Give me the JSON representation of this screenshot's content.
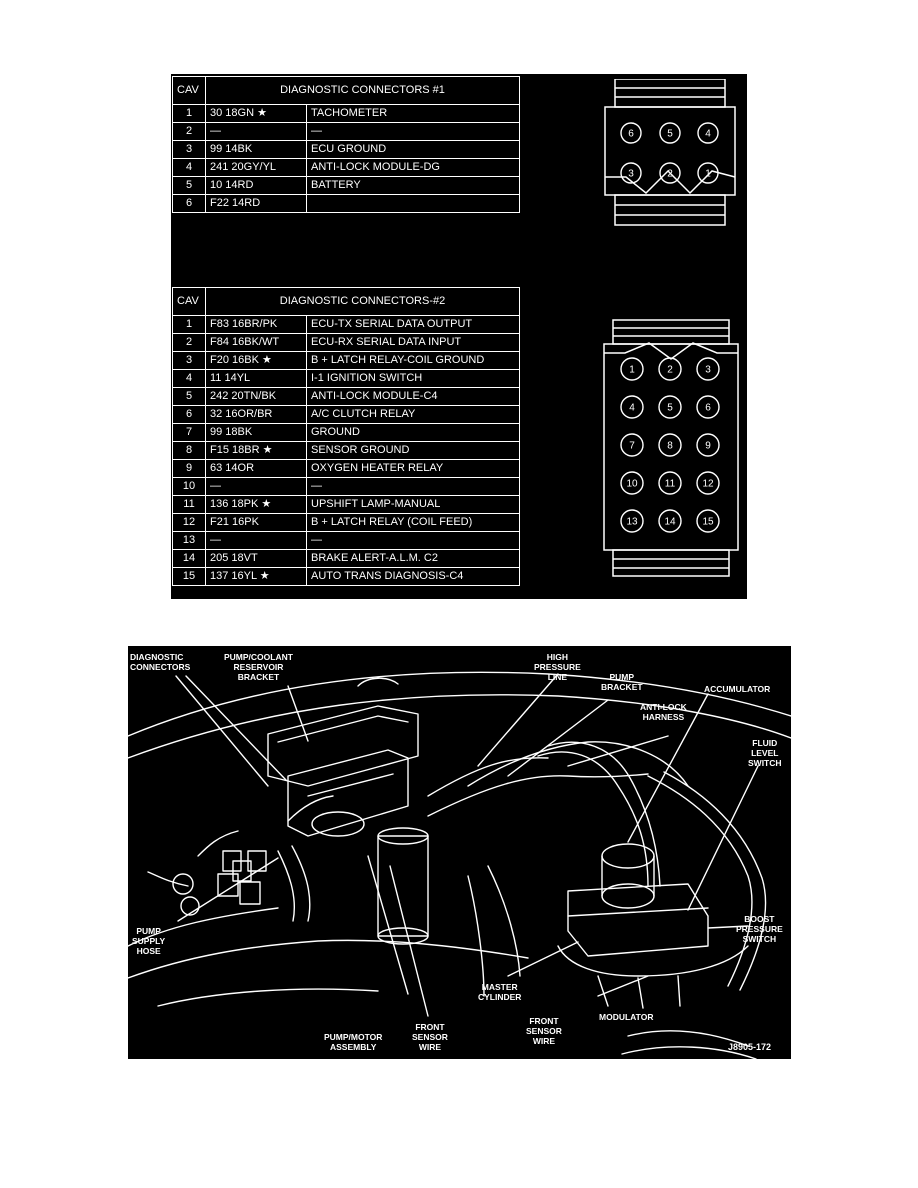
{
  "connector1": {
    "header": {
      "cav": "CAV",
      "title": "DIAGNOSTIC CONNECTORS #1"
    },
    "rows": [
      {
        "cav": "1",
        "wire": "30 18GN ★",
        "function": "TACHOMETER"
      },
      {
        "cav": "2",
        "wire": "—",
        "function": "—"
      },
      {
        "cav": "3",
        "wire": "99 14BK",
        "function": "ECU GROUND"
      },
      {
        "cav": "4",
        "wire": "241 20GY/YL",
        "function": "ANTI-LOCK MODULE-DG"
      },
      {
        "cav": "5",
        "wire": "10 14RD",
        "function": "BATTERY"
      },
      {
        "cav": "6",
        "wire": "F22 14RD",
        "function": ""
      }
    ],
    "pins": [
      "6",
      "5",
      "4",
      "3",
      "2",
      "1"
    ]
  },
  "connector2": {
    "header": {
      "cav": "CAV",
      "title": "DIAGNOSTIC CONNECTORS-#2"
    },
    "rows": [
      {
        "cav": "1",
        "wire": "F83 16BR/PK",
        "function": "ECU-TX SERIAL DATA OUTPUT"
      },
      {
        "cav": "2",
        "wire": "F84 16BK/WT",
        "function": "ECU-RX SERIAL DATA INPUT"
      },
      {
        "cav": "3",
        "wire": "F20 16BK ★",
        "function": "B + LATCH RELAY-COIL GROUND"
      },
      {
        "cav": "4",
        "wire": "11 14YL",
        "function": "I-1 IGNITION SWITCH"
      },
      {
        "cav": "5",
        "wire": "242 20TN/BK",
        "function": "ANTI-LOCK MODULE-C4"
      },
      {
        "cav": "6",
        "wire": "32 16OR/BR",
        "function": "A/C CLUTCH RELAY"
      },
      {
        "cav": "7",
        "wire": "99 18BK",
        "function": "GROUND"
      },
      {
        "cav": "8",
        "wire": "F15 18BR ★",
        "function": "SENSOR GROUND"
      },
      {
        "cav": "9",
        "wire": "63 14OR",
        "function": "OXYGEN HEATER RELAY"
      },
      {
        "cav": "10",
        "wire": "—",
        "function": "—"
      },
      {
        "cav": "11",
        "wire": "136 18PK ★",
        "function": "UPSHIFT LAMP-MANUAL"
      },
      {
        "cav": "12",
        "wire": "F21 16PK",
        "function": "B + LATCH RELAY (COIL FEED)"
      },
      {
        "cav": "13",
        "wire": "—",
        "function": "—"
      },
      {
        "cav": "14",
        "wire": "205 18VT",
        "function": "BRAKE ALERT-A.L.M. C2"
      },
      {
        "cav": "15",
        "wire": "137 16YL ★",
        "function": "AUTO TRANS DIAGNOSIS-C4"
      }
    ],
    "pins": [
      "1",
      "2",
      "3",
      "4",
      "5",
      "6",
      "7",
      "8",
      "9",
      "10",
      "11",
      "12",
      "13",
      "14",
      "15"
    ]
  },
  "diagram": {
    "labels": {
      "diagnostic_connectors": "DIAGNOSTIC\nCONNECTORS",
      "pump_coolant": "PUMP/COOLANT\nRESERVOIR\nBRACKET",
      "high_pressure": "HIGH\nPRESSURE\nLINE",
      "pump_bracket": "PUMP\nBRACKET",
      "accumulator": "ACCUMULATOR",
      "antilock_harness": "ANTI-LOCK\nHARNESS",
      "fluid_level": "FLUID\nLEVEL\nSWITCH",
      "pump_supply": "PUMP\nSUPPLY\nHOSE",
      "boost_pressure": "BOOST\nPRESSURE\nSWITCH",
      "master_cylinder": "MASTER\nCYLINDER",
      "modulator": "MODULATOR",
      "front_sensor_right": "FRONT\nSENSOR\nWIRE",
      "front_sensor_mid": "FRONT\nSENSOR\nWIRE",
      "pump_motor": "PUMP/MOTOR\nASSEMBLY",
      "figure_code": "J8905-172"
    }
  },
  "colors": {
    "figure_background": "#000000",
    "ink": "#ffffff"
  }
}
